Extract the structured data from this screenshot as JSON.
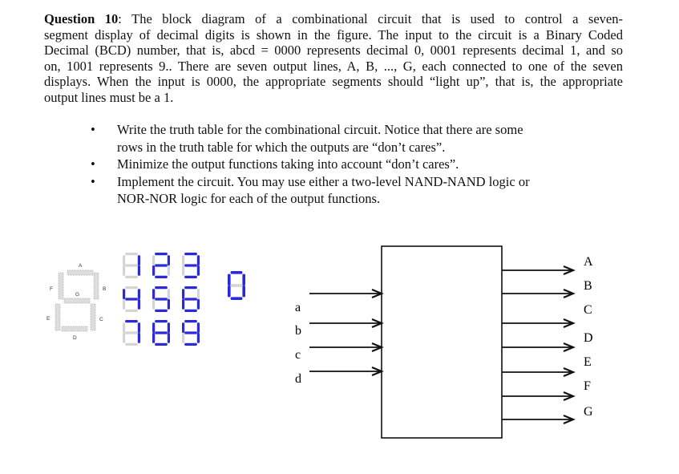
{
  "question": {
    "number_label": "Question 10",
    "lines": [
      ": The block diagram of a combinational circuit that is used to control a seven-",
      "segment display of decimal digits is shown in the figure. The input to the circuit is a Binary Coded",
      "Decimal (BCD) number, that is, abcd = 0000 represents decimal 0, 0001 represents decimal 1, and so",
      "on, 1001 represents 9.. There are seven output lines, A, B, ..., G, each connected to one of the seven",
      "displays. When the input is 0000, the appropriate segments should “light up”, that is, the appropriate",
      "output lines must be a 1."
    ]
  },
  "bullets": [
    {
      "lines": [
        "Write the truth table for the combinational circuit. Notice that there are some",
        "rows in the truth table for which the outputs are “don’t cares”."
      ]
    },
    {
      "lines": [
        "Minimize the output functions taking into account “don’t cares”."
      ]
    },
    {
      "lines": [
        "Implement the circuit. You may use either a two-level NAND-NAND logic or",
        "NOR-NOR logic for each of the output functions."
      ]
    }
  ],
  "bullet_symbol": "•",
  "segment_legend": {
    "A": "A",
    "B": "B",
    "C": "C",
    "D": "D",
    "E": "E",
    "F": "F",
    "G": "G"
  },
  "digit_grid": [
    1,
    2,
    3,
    4,
    5,
    6,
    7,
    8,
    9
  ],
  "big_digit": 0,
  "colors": {
    "lit": "#2a2ad8",
    "unlit": "#d4d4d4"
  },
  "diagram": {
    "inputs": [
      "a",
      "b",
      "c",
      "d"
    ],
    "outputs": [
      "A",
      "B",
      "C",
      "D",
      "E",
      "F",
      "G"
    ]
  }
}
